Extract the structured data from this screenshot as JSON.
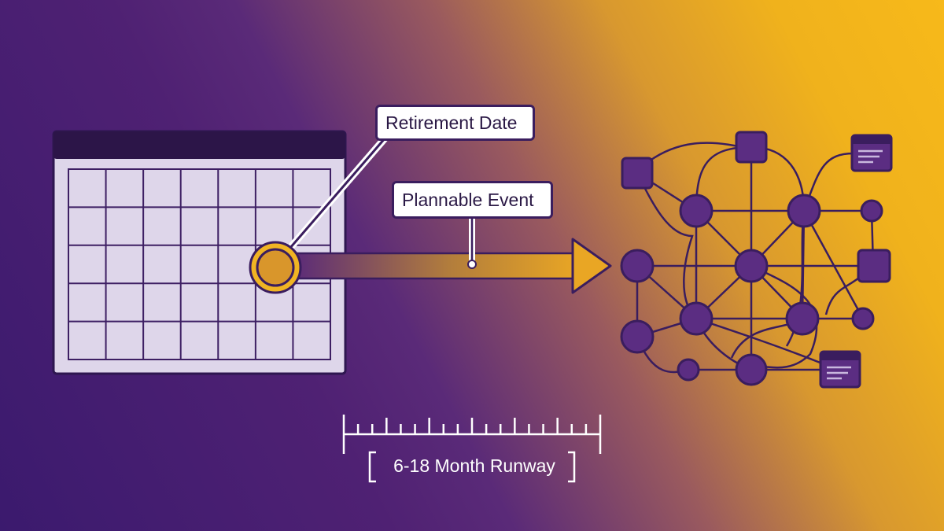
{
  "labels": {
    "retirement_date": "Retirement Date",
    "plannable_event": "Plannable Event",
    "runway": "6-18 Month Runway"
  },
  "colors": {
    "purple_dark": "#3b1a6e",
    "gold": "#f7b91a",
    "node_fill": "#5b2d82",
    "outline": "#3a1d5e",
    "calendar_cell": "#ded6ea",
    "marker_gold": "#e3a12b"
  },
  "icons": {
    "calendar": "calendar-icon",
    "marker": "date-marker-icon",
    "arrow": "arrow-right-icon",
    "network": "network-graph-icon",
    "document": "document-icon",
    "ruler": "timeline-ruler-icon"
  }
}
